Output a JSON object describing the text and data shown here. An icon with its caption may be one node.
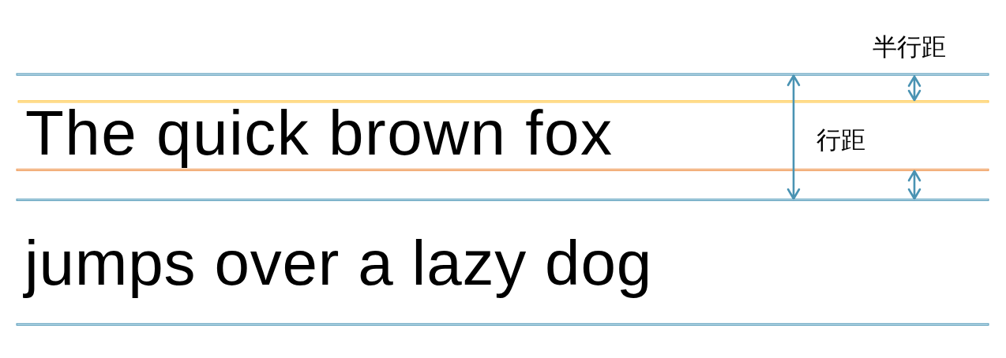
{
  "diagram": {
    "labels": [
      "半行距",
      "The quick brown fox",
      "行距",
      "jumps over a lazy dog"
    ]
  }
}
